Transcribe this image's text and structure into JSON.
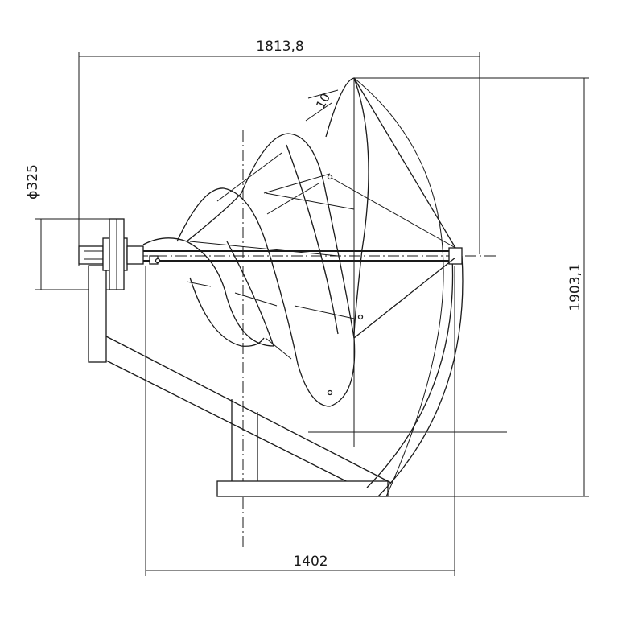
{
  "dimensions": {
    "overall_width": "1813,8",
    "overall_height": "1903,1",
    "base_width": "1402",
    "hub_diameter": "ϕ325",
    "gap_label": "10"
  }
}
